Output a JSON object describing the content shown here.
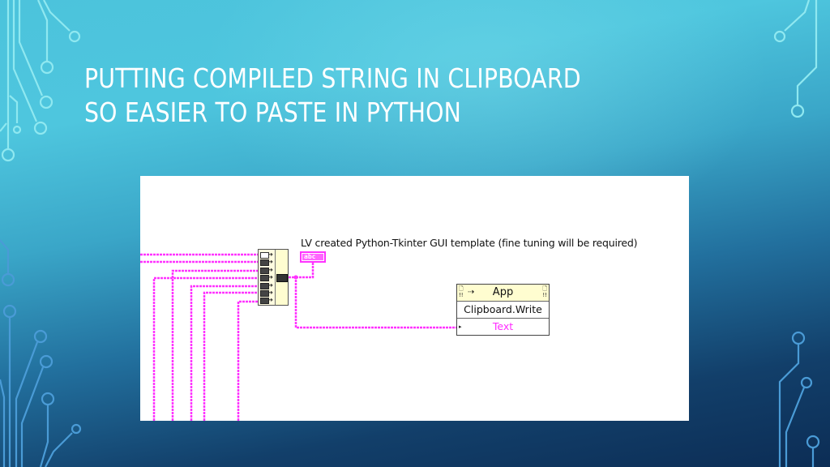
{
  "slide": {
    "title_lines": [
      "PUTTING COMPILED STRING IN CLIPBOARD",
      "SO EASIER TO PASTE IN PYTHON"
    ],
    "colors": {
      "background_top": "#4cc3dc",
      "background_bottom": "#0c2d55",
      "title": "#ffffff",
      "circuit_light": "#8fe8f0",
      "circuit_dark": "#4a9bd6"
    }
  },
  "diagram": {
    "string_label": "LV created Python-Tkinter GUI template (fine tuning will be required)",
    "string_constant_icon": "abc",
    "concatenate_node": {
      "name": "Concatenate Strings",
      "input_count": 7
    },
    "invoke_node": {
      "class": "App",
      "method": "Clipboard.Write",
      "parameter": "Text"
    },
    "wire_color": "#ff33ff"
  }
}
